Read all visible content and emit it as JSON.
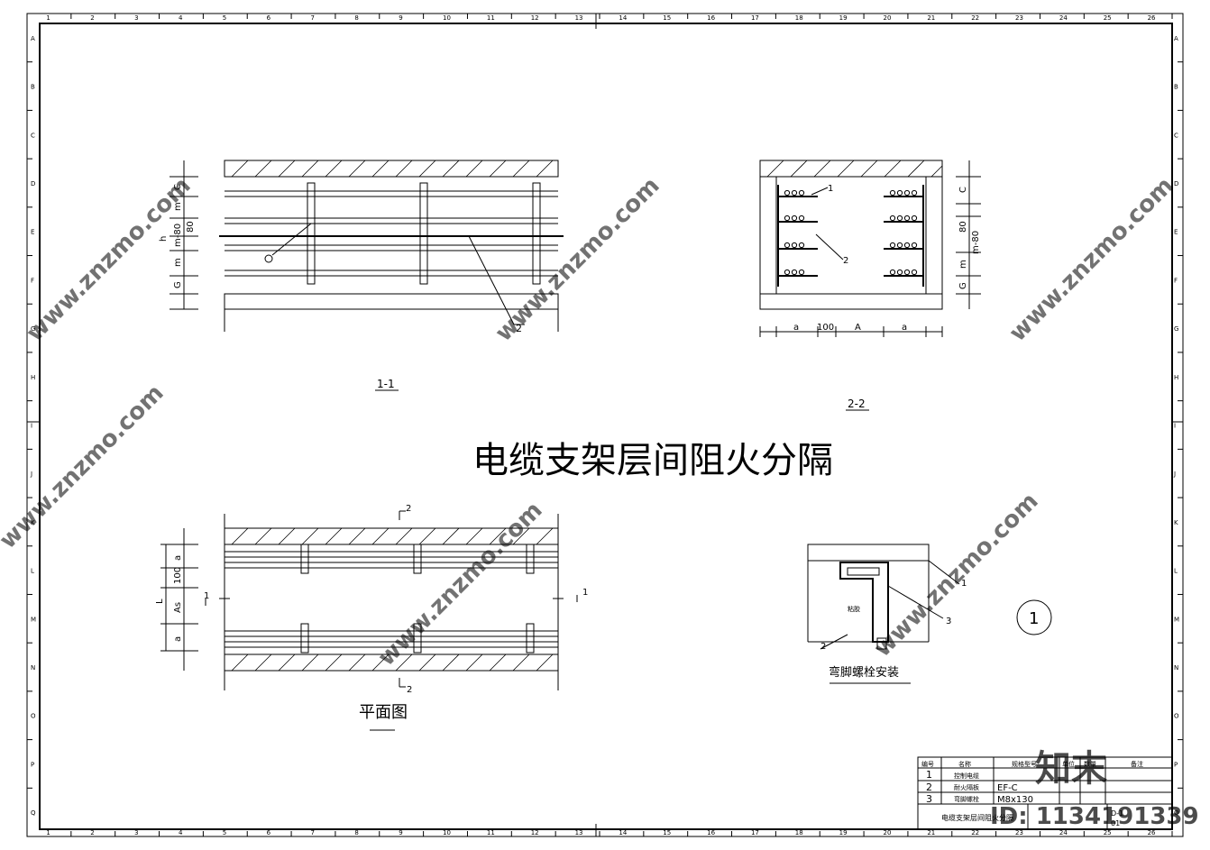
{
  "drawing_title": "电缆支架层间阻火分隔",
  "grid": {
    "columns": [
      "1",
      "2",
      "3",
      "4",
      "5",
      "6",
      "7",
      "8",
      "9",
      "10",
      "11",
      "12",
      "13",
      "14",
      "15",
      "16",
      "17",
      "18",
      "19",
      "20",
      "21",
      "22",
      "23",
      "24",
      "25",
      "26"
    ],
    "rows": [
      "A",
      "B",
      "C",
      "D",
      "E",
      "F",
      "G",
      "H",
      "I",
      "J",
      "K",
      "L",
      "M",
      "N",
      "O",
      "P",
      "Q"
    ]
  },
  "views": {
    "section_1_1": "1-1",
    "section_2_2": "2-2",
    "plan_title": "平面图",
    "detail_title": "弯脚螺栓安装",
    "detail_number": "1"
  },
  "dims": {
    "c": "C",
    "m": "m",
    "m80": "m-80",
    "v80": "80",
    "h": "h",
    "g": "G",
    "a": "a",
    "d100": "100",
    "A": "A",
    "L": "L",
    "As": "As",
    "mark1": "1",
    "mark2": "2",
    "mark3": "3",
    "sec1": "1",
    "sec2": "2",
    "detail_label": "粘胶"
  },
  "table": {
    "headers": [
      "编号",
      "名称",
      "规格型号",
      "单位",
      "数量",
      "备注"
    ],
    "rows": [
      {
        "no": "1",
        "name": "控制电缆",
        "spec": ""
      },
      {
        "no": "2",
        "name": "耐火隔板",
        "spec": "EF-C"
      },
      {
        "no": "3",
        "name": "弯脚螺栓",
        "spec": "M8x130"
      }
    ],
    "footer_title": "电缆支架层间阻火分隔",
    "footer_code": "D-1",
    "footer_sheet": "01"
  },
  "watermark": {
    "site": "www.znzmo.com",
    "logo": "知末",
    "id": "ID: 1134191339"
  }
}
